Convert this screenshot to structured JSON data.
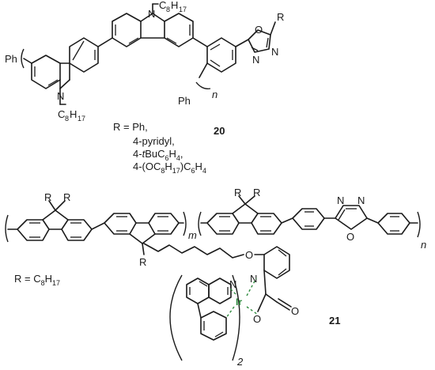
{
  "compound20": {
    "number": "20",
    "carbazole_top": {
      "N": "N",
      "C": "C",
      "sub": "8",
      "H": "H",
      "sub2": "17"
    },
    "carbazole_bottom": {
      "N": "N",
      "C": "C",
      "sub": "8",
      "H": "H",
      "sub2": "17"
    },
    "endgroup_left": "Ph",
    "endgroup_bottom": "Ph",
    "repeat": "n",
    "oxadiazole": {
      "O": "O",
      "N1": "N",
      "N2": "N",
      "R": "R"
    },
    "r_defs": {
      "line1": "R = Ph,",
      "line2": "4-pyridyl,",
      "line3_pre": "4-",
      "line3_it": "t",
      "line3_b": "Bu",
      "line3_c": "C",
      "line3_s1": "6",
      "line3_h": "H",
      "line3_s2": "4",
      "line3_end": ",",
      "line4_pre": "4-(OC",
      "line4_s1": "8",
      "line4_h": "H",
      "line4_s2": "17",
      "line4_mid": ")C",
      "line4_s3": "6",
      "line4_h2": "H",
      "line4_s4": "4"
    }
  },
  "compound21": {
    "number": "21",
    "fluorene1": {
      "R1": "R",
      "R2": "R"
    },
    "fluorene2": {
      "R": "R"
    },
    "fluorene3": {
      "R1": "R",
      "R2": "R"
    },
    "repeat_m": "m",
    "repeat_n": "n",
    "oxadiazole": {
      "O": "O",
      "N1": "N",
      "N2": "N"
    },
    "linker_O": "O",
    "r_def": {
      "pre": "R = C",
      "s1": "8",
      "h": "H",
      "s2": "17"
    },
    "iridium": {
      "metal": "Ir",
      "isoquinoline_N": "N",
      "pic_N": "N",
      "pic_O": "O",
      "carbonyl_O": "O",
      "count": "2"
    }
  }
}
